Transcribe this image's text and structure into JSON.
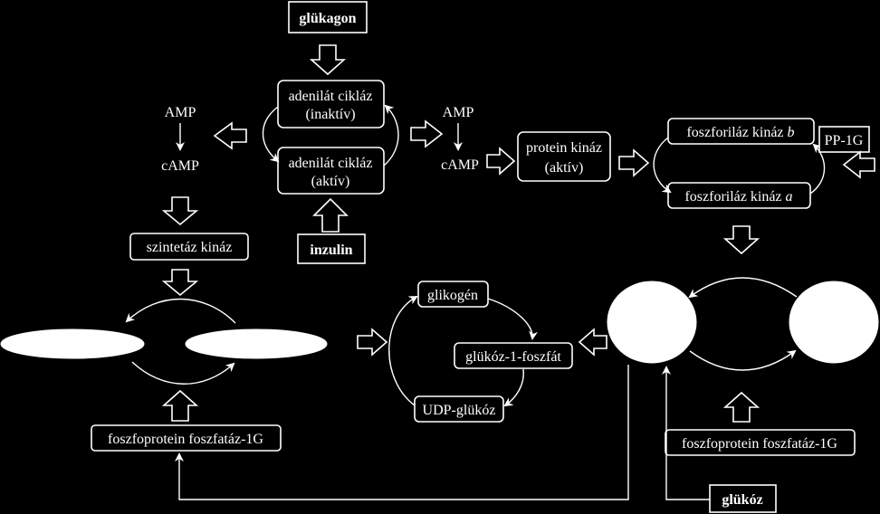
{
  "labels": {
    "glukagon": "glükagon",
    "adenylate_inactive_1": "adenilát cikláz",
    "adenylate_inactive_2": "(inaktív)",
    "adenylate_active_1": "adenilát cikláz",
    "adenylate_active_2": "(aktív)",
    "inzulin": "inzulin",
    "amp_left": "AMP",
    "camp_left": "cAMP",
    "amp_mid": "AMP",
    "camp_mid": "cAMP",
    "pka_1": "protein kináz",
    "pka_2": "(aktív)",
    "phk_b": "foszforiláz kináz ",
    "phk_b_italic": "b",
    "phk_a": "foszforiláz kináz ",
    "phk_a_italic": "a",
    "pp1g_small": "PP-1G",
    "synthase_kinase": "szintetáz kináz",
    "glycogen": "glikogén",
    "g1p": "glükóz-1-foszfát",
    "udpg": "UDP-glükóz",
    "pp1g_left": "foszfoprotein foszfatáz-1G",
    "pp1g_right": "foszfoprotein foszfatáz-1G",
    "glucose": "glükóz"
  },
  "colors": {
    "background": "#000000",
    "foreground": "#ffffff"
  }
}
